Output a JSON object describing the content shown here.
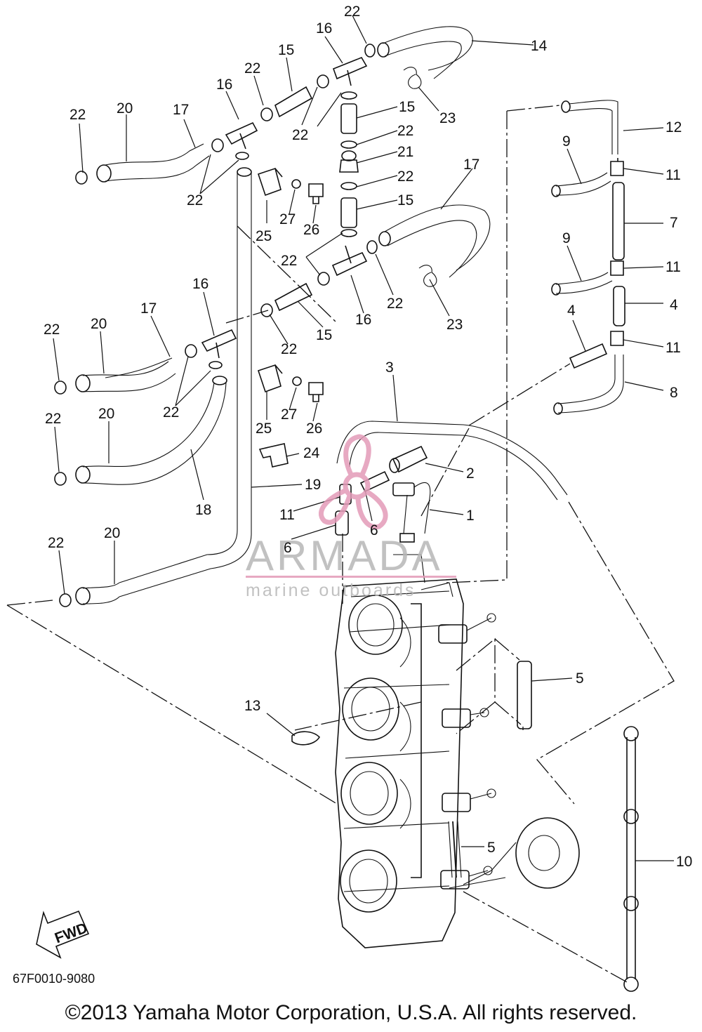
{
  "diagram": {
    "callouts": [
      "1",
      "2",
      "3",
      "4",
      "5",
      "6",
      "7",
      "8",
      "9",
      "10",
      "11",
      "12",
      "13",
      "14",
      "15",
      "16",
      "17",
      "18",
      "19",
      "20",
      "21",
      "22",
      "23",
      "24",
      "25",
      "26",
      "27"
    ],
    "fwd_label": "FWD",
    "part_code": "67F0010-9080",
    "copyright": "©2013 Yamaha Motor Corporation, U.S.A. All rights reserved."
  },
  "watermark": {
    "brand": "ARMADA",
    "tagline": "marine outboards",
    "color": "#e39bb8"
  },
  "colors": {
    "ink": "#111111",
    "watermark_gray": "#b7b7b7",
    "watermark_pink": "#e39bb8"
  }
}
